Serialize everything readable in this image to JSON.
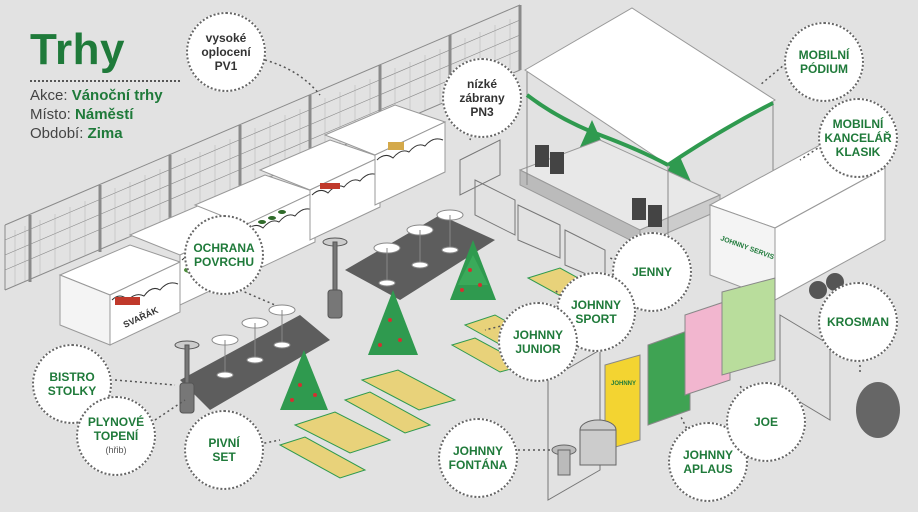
{
  "header": {
    "title": "Trhy",
    "rows": [
      {
        "label": "Akce:",
        "value": "Vánoční trhy"
      },
      {
        "label": "Místo:",
        "value": "Náměstí"
      },
      {
        "label": "Období:",
        "value": "Zima"
      }
    ]
  },
  "labels": {
    "vysoke_oploceni": {
      "lines": [
        "vysoké",
        "oplocení",
        "PV1"
      ]
    },
    "nizke_zabrany": {
      "lines": [
        "nízké",
        "zábrany",
        "PN3"
      ]
    },
    "mobilni_podium": {
      "lines": [
        "MOBILNÍ",
        "PÓDIUM"
      ]
    },
    "mobilni_kancelar": {
      "lines": [
        "MOBILNÍ",
        "KANCELÁŘ",
        "KLASIK"
      ]
    },
    "ochrana_povrchu": {
      "lines": [
        "OCHRANA",
        "POVRCHU"
      ]
    },
    "jenny": {
      "lines": [
        "JENNY"
      ]
    },
    "johnny_sport": {
      "lines": [
        "JOHNNY",
        "SPORT"
      ]
    },
    "johnny_junior": {
      "lines": [
        "JOHNNY",
        "JUNIOR"
      ]
    },
    "krosman": {
      "lines": [
        "KROSMAN"
      ]
    },
    "bistro_stolky": {
      "lines": [
        "BISTRO",
        "STOLKY"
      ]
    },
    "plynove_topeni": {
      "lines": [
        "PLYNOVÉ",
        "TOPENÍ"
      ],
      "sub": "(hřib)"
    },
    "pivni_set": {
      "lines": [
        "PIVNÍ",
        "SET"
      ]
    },
    "johnny_fontana": {
      "lines": [
        "JOHNNY",
        "FONTÁNA"
      ]
    },
    "johnny_aplaus": {
      "lines": [
        "JOHNNY",
        "APLAUS"
      ]
    },
    "joe": {
      "lines": [
        "JOE"
      ]
    }
  },
  "scene_text": {
    "stall_sign": "SVAŘÁK",
    "truck_logo": "JOHNNY SERVIS",
    "toilet_logo": "JOHNNY"
  },
  "colors": {
    "brand_green": "#1f7a3a",
    "ground": "#dfdfdf",
    "plaza": "#5d5d5d",
    "bench_wood": "#e8d27a",
    "bench_frame": "#2f9a4f",
    "tree_green": "#2f9a4f",
    "toilet_yellow": "#f3d431",
    "toilet_green": "#3fa353",
    "toilet_pink": "#f2b6cf",
    "toilet_lightgreen": "#b9dd9c"
  }
}
